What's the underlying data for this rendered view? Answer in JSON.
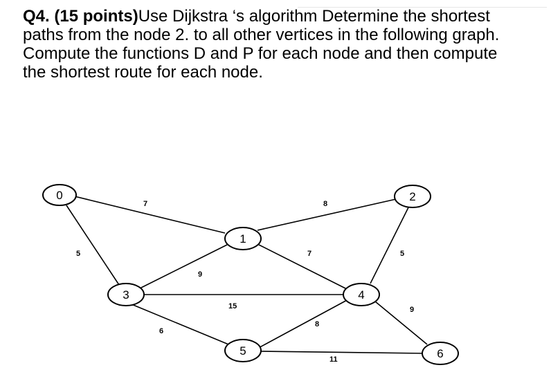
{
  "question": {
    "title": "Q4. (15 points)",
    "body": "Use Dijkstra ‘s algorithm  Determine the shortest paths from the node  2.  to all other vertices in the following graph. Compute the functions D and P for each node and then compute the shortest route for each node."
  },
  "graph": {
    "nodes": [
      {
        "id": "0",
        "label": "0"
      },
      {
        "id": "1",
        "label": "1"
      },
      {
        "id": "2",
        "label": "2"
      },
      {
        "id": "3",
        "label": "3"
      },
      {
        "id": "4",
        "label": "4"
      },
      {
        "id": "5",
        "label": "5"
      },
      {
        "id": "6",
        "label": "6"
      }
    ],
    "edges": [
      {
        "from": "0",
        "to": "1",
        "weight": "7"
      },
      {
        "from": "0",
        "to": "3",
        "weight": "5"
      },
      {
        "from": "1",
        "to": "2",
        "weight": "8"
      },
      {
        "from": "1",
        "to": "3",
        "weight": "9"
      },
      {
        "from": "1",
        "to": "4",
        "weight": "7"
      },
      {
        "from": "2",
        "to": "4",
        "weight": "5"
      },
      {
        "from": "3",
        "to": "4",
        "weight": "15"
      },
      {
        "from": "3",
        "to": "5",
        "weight": "6"
      },
      {
        "from": "4",
        "to": "5",
        "weight": "8"
      },
      {
        "from": "4",
        "to": "6",
        "weight": "9"
      },
      {
        "from": "5",
        "to": "6",
        "weight": "11"
      }
    ]
  }
}
